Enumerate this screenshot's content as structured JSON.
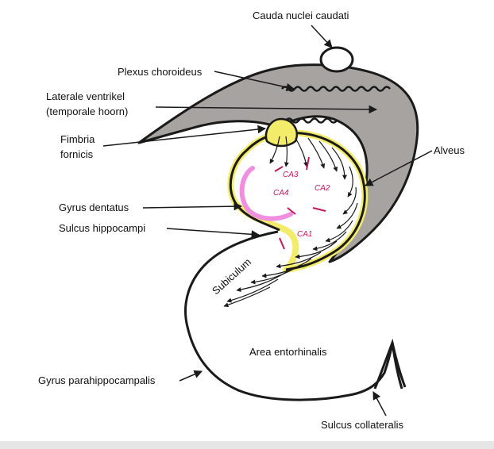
{
  "labels": {
    "cauda": "Cauda nuclei caudati",
    "plexus": "Plexus choroideus",
    "ventrikel_1": "Laterale ventrikel",
    "ventrikel_2": "(temporale hoorn)",
    "fimbria_1": "Fimbria",
    "fimbria_2": "fornicis",
    "alveus": "Alveus",
    "gyrus_dentatus": "Gyrus dentatus",
    "sulcus_hippocampi": "Sulcus hippocampi",
    "subiculum": "Subiculum",
    "area_entorhinalis": "Area entorhinalis",
    "gyrus_parahippocampalis": "Gyrus parahippocampalis",
    "sulcus_collateralis": "Sulcus collateralis",
    "ca1": "CA1",
    "ca2": "CA2",
    "ca3": "CA3",
    "ca4": "CA4"
  },
  "colors": {
    "ventricle_fill": "#a7a3a1",
    "yellow": "#f3ec6a",
    "pink": "#f08fe0",
    "magenta_line": "#c2185b",
    "outline": "#1a1a1a"
  }
}
